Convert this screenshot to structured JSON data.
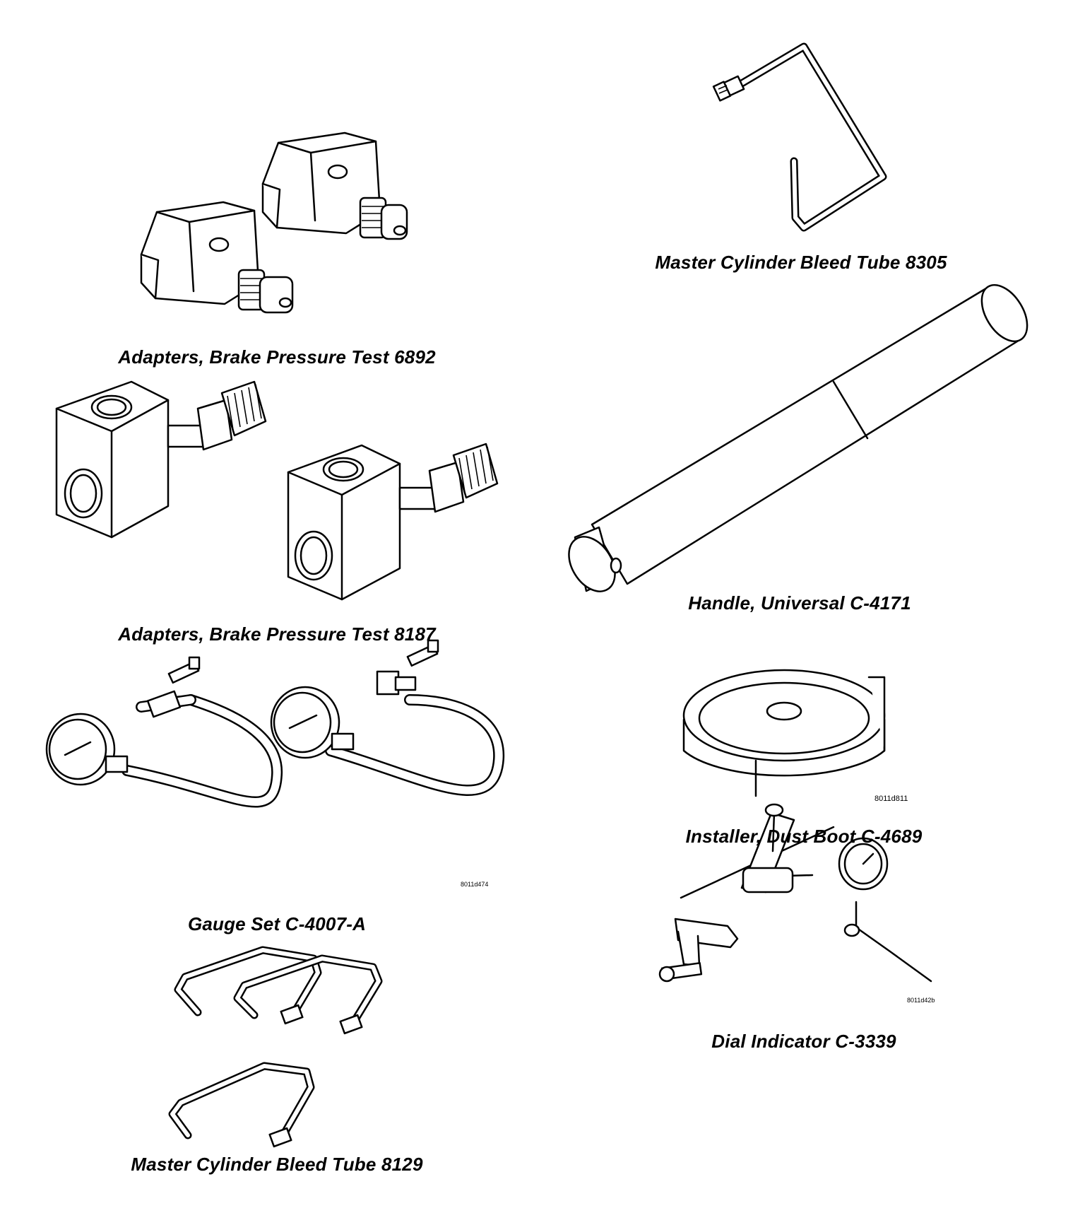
{
  "captions": {
    "bleed_tube_8305": "Master Cylinder Bleed Tube 8305",
    "adapters_6892": "Adapters, Brake Pressure Test 6892",
    "adapters_8187": "Adapters, Brake Pressure Test 8187",
    "handle_c4171": "Handle, Universal C-4171",
    "installer_c4689": "Installer, Dust Boot C-4689",
    "gauge_set": "Gauge Set C-4007-A",
    "dial_indicator": "Dial Indicator C-3339",
    "bleed_tube_8129": "Master Cylinder Bleed Tube 8129"
  },
  "figure_ids": {
    "installer": "8011d811",
    "gauge": "8011d474",
    "dial": "8011d42b"
  },
  "icons": [
    "bleed-tube-8305-icon",
    "adapter-6892-icon",
    "adapter-8187-icon",
    "handle-icon",
    "dust-boot-installer-icon",
    "gauge-set-icon",
    "dial-indicator-icon",
    "bleed-tube-8129-icon"
  ]
}
